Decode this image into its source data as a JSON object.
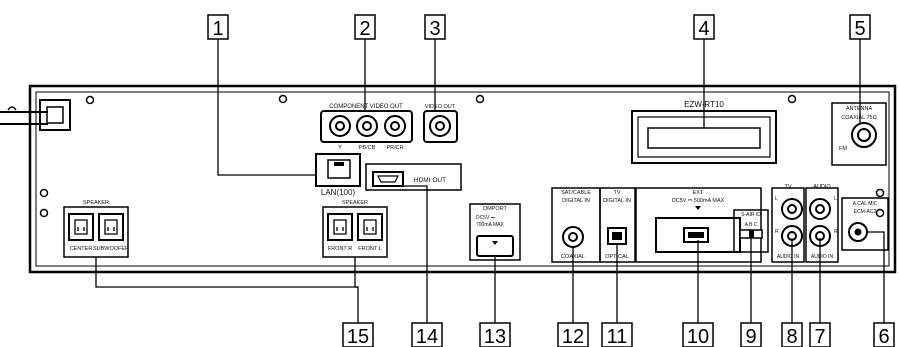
{
  "callouts": [
    "1",
    "2",
    "3",
    "4",
    "5",
    "6",
    "7",
    "8",
    "9",
    "10",
    "11",
    "12",
    "13",
    "14",
    "15"
  ],
  "labels": {
    "component_video_out": "COMPONENT VIDEO OUT",
    "comp_y": "Y",
    "comp_pb": "PB/CB",
    "comp_pr": "PR/CR",
    "video_out": "VIDEO OUT",
    "lan": "LAN(100)",
    "hdmi_out": "HDMI OUT",
    "ezw": "EZW-RT10",
    "antenna": "ANTENNA",
    "coaxial_75": "COAXIAL 75Ω",
    "fm": "FM",
    "speaker_left": "SPEAKER",
    "center": "CENTER",
    "subwoofer": "SUBWOOFER",
    "speaker_front": "SPEAKER",
    "front_r": "FRONT R",
    "front_l": "FRONT L",
    "dmport": "DMPORT",
    "dmport_power": "DC5V ⎓",
    "dmport_current": "700mA MAX",
    "sat_cable": "SAT/CABLE",
    "digital_in_1": "DIGITAL IN",
    "coaxial": "COAXIAL",
    "tv": "TV",
    "digital_in_2": "DIGITAL IN",
    "optical": "OPTICAL",
    "ext": "EXT",
    "ext_power": "DC5V ⎓ 500mA MAX",
    "sair_id": "S-AIR ID",
    "sair_abc": "A  B  C",
    "tv_audio_in": "TV",
    "audio_in_1": "AUDIO IN",
    "audio": "AUDIO",
    "audio_in_2": "AUDIO IN",
    "l": "L",
    "r": "R",
    "cal_mic": "A.CAL MIC",
    "ecm": "ECM-AC2"
  }
}
